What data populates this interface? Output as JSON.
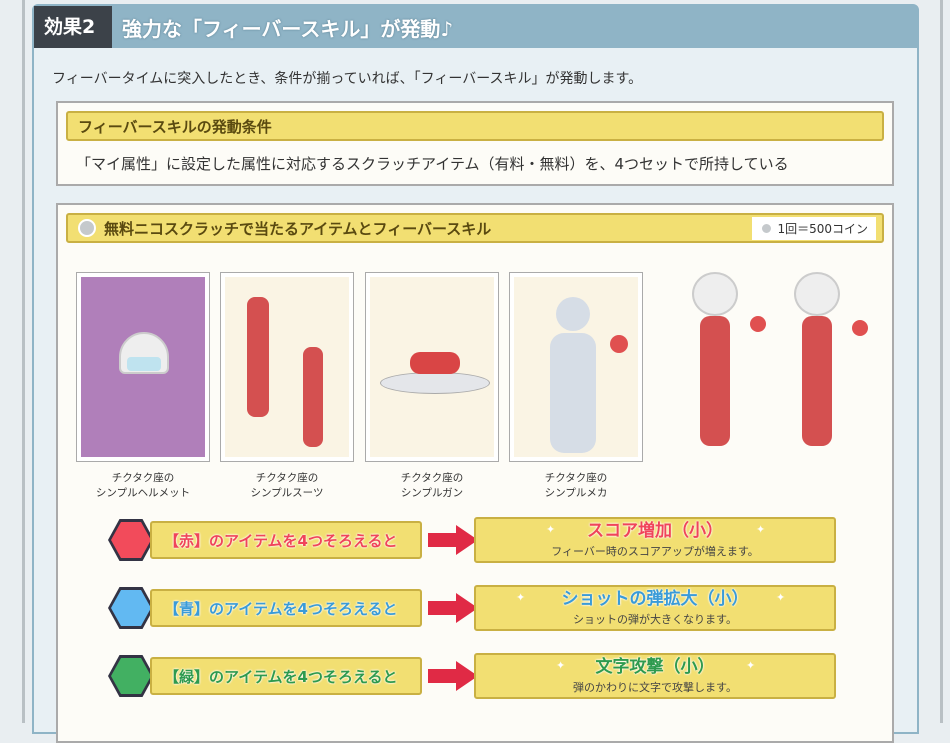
{
  "header": {
    "tag": "効果2",
    "title": "強力な「フィーバースキル」が発動♪"
  },
  "intro": "フィーバータイムに突入したとき、条件が揃っていれば、「フィーバースキル」が発動します。",
  "condition": {
    "title": "フィーバースキルの発動条件",
    "text": "「マイ属性」に設定した属性に対応するスクラッチアイテム（有料・無料）を、4つセットで所持している"
  },
  "scratch": {
    "title": "無料ニコスクラッチで当たるアイテムとフィーバースキル",
    "price": "1回＝500コイン",
    "items": [
      {
        "line1": "チクタク座の",
        "line2": "シンプルヘルメット"
      },
      {
        "line1": "チクタク座の",
        "line2": "シンプルスーツ"
      },
      {
        "line1": "チクタク座の",
        "line2": "シンプルガン"
      },
      {
        "line1": "チクタク座の",
        "line2": "シンプルメカ"
      }
    ]
  },
  "skills": [
    {
      "condition": "【赤】のアイテムを4つそろえると",
      "name": "スコア増加（小）",
      "desc": "フィーバー時のスコアアップが増えます。",
      "color": "#f0445a"
    },
    {
      "condition": "【青】のアイテムを4つそろえると",
      "name": "ショットの弾拡大（小）",
      "desc": "ショットの弾が大きくなります。",
      "color": "#3a9bd8"
    },
    {
      "condition": "【緑】のアイテムを4つそろえると",
      "name": "文字攻撃（小）",
      "desc": "弾のかわりに文字で攻撃します。",
      "color": "#2e9a4e"
    }
  ]
}
